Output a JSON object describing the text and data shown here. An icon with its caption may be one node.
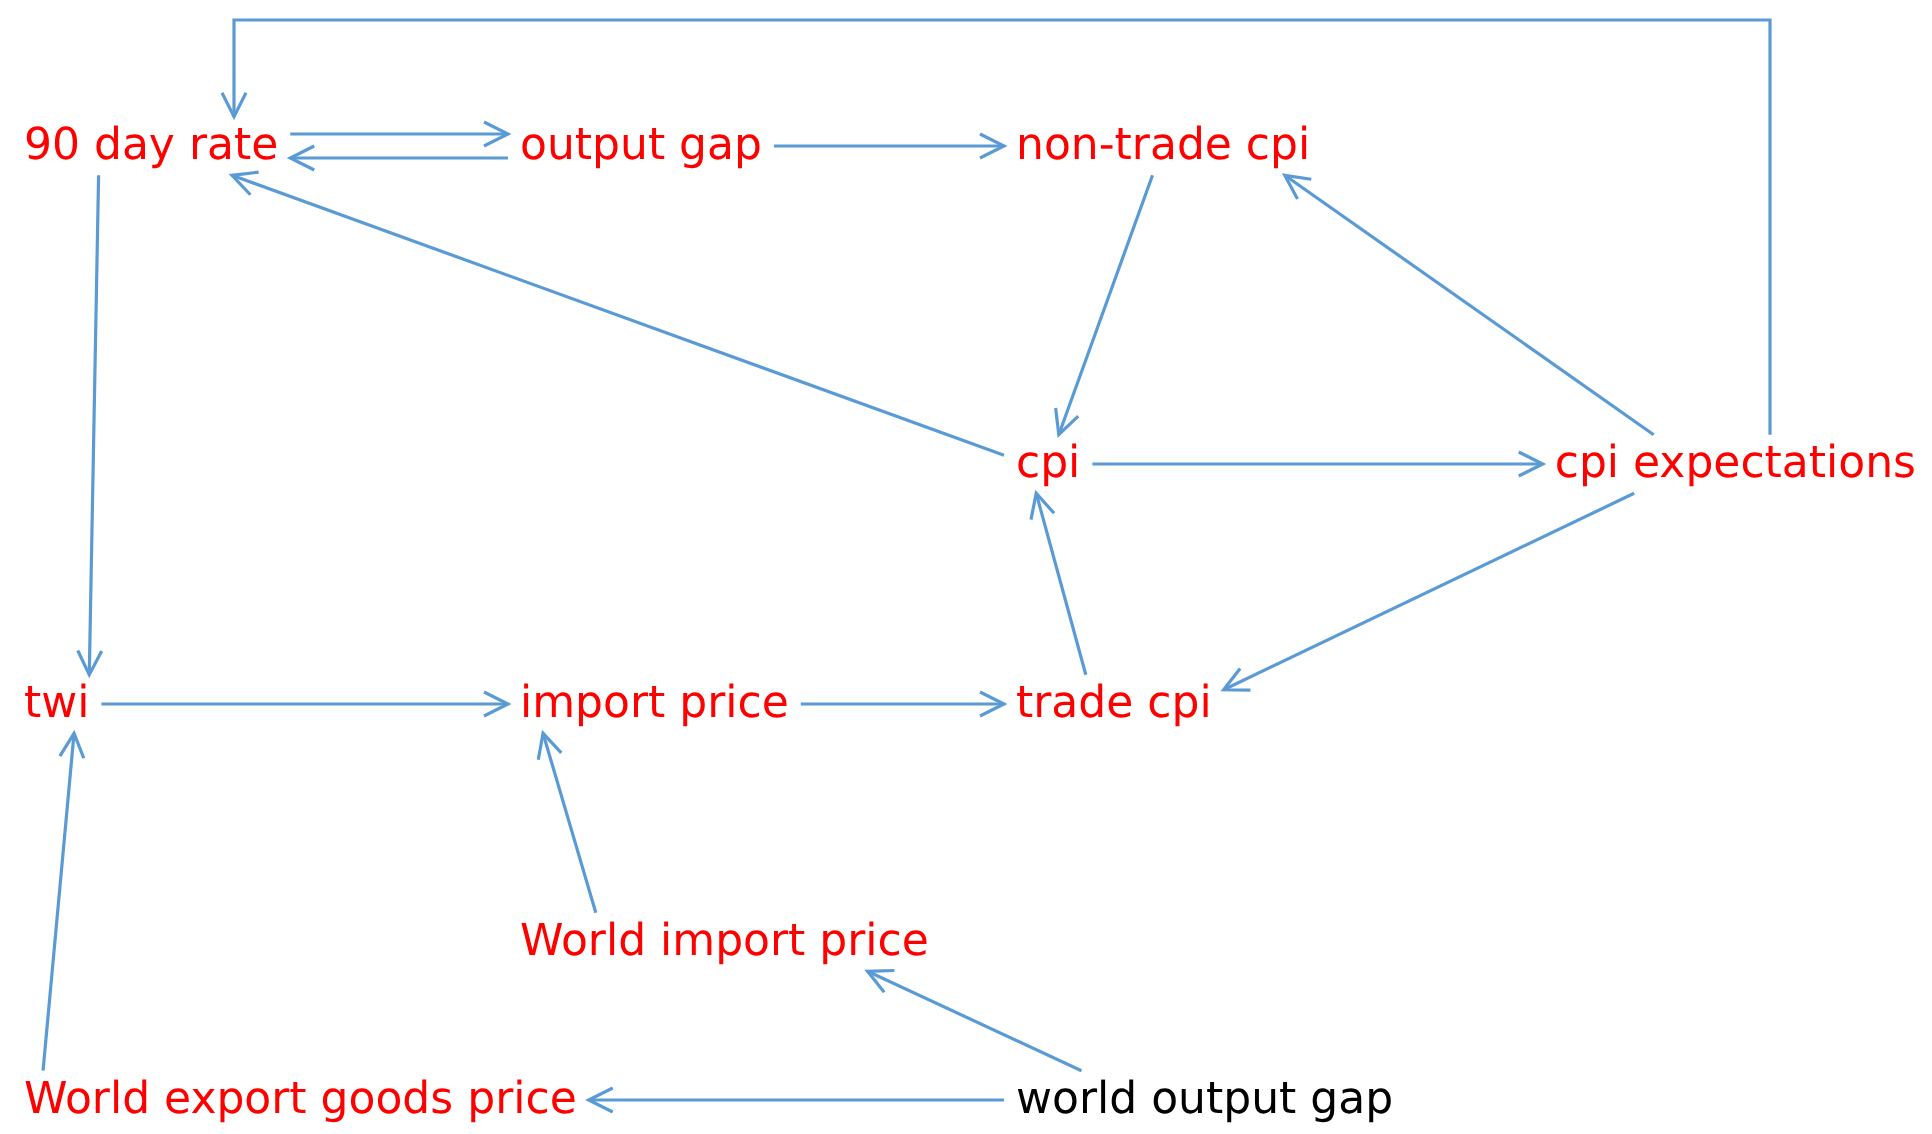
{
  "diagram": {
    "nodes": [
      {
        "text": [
          "90 day rate"
        ]
      },
      {
        "text": [
          "output gap"
        ]
      },
      {
        "text": [
          "non-trade cpi"
        ]
      },
      {
        "text": [
          "cpi"
        ]
      },
      {
        "text": [
          "cpi expectations"
        ]
      },
      {
        "text": [
          "twi"
        ]
      },
      {
        "text": [
          "import price"
        ]
      },
      {
        "text": [
          "trade cpi"
        ]
      },
      {
        "text": [
          "World import price"
        ]
      },
      {
        "text": [
          "World export goods price"
        ]
      },
      {
        "text": [
          "world output gap"
        ]
      }
    ],
    "edges": [
      {
        "from": 0,
        "to": 1,
        "arrow": "to"
      },
      {
        "from": 1,
        "to": 0,
        "arrow": "to"
      },
      {
        "from": 1,
        "to": 2,
        "arrow": "to"
      },
      {
        "from": 2,
        "to": 3,
        "arrow": "to"
      },
      {
        "from": 3,
        "to": 0,
        "arrow": "to"
      },
      {
        "from": 3,
        "to": 4,
        "arrow": "to"
      },
      {
        "from": 4,
        "to": 2,
        "arrow": "to"
      },
      {
        "from": 4,
        "to": 7,
        "arrow": "to"
      },
      {
        "from": 4,
        "to": 0,
        "arrow": "to"
      },
      {
        "from": 0,
        "to": 5,
        "arrow": "to"
      },
      {
        "from": 5,
        "to": 6,
        "arrow": "to"
      },
      {
        "from": 6,
        "to": 7,
        "arrow": "to"
      },
      {
        "from": 7,
        "to": 3,
        "arrow": "to"
      },
      {
        "from": 8,
        "to": 6,
        "arrow": "to"
      },
      {
        "from": 9,
        "to": 5,
        "arrow": "to"
      },
      {
        "from": 10,
        "to": 9,
        "arrow": "to"
      },
      {
        "from": 10,
        "to": 8,
        "arrow": "to"
      }
    ]
  }
}
